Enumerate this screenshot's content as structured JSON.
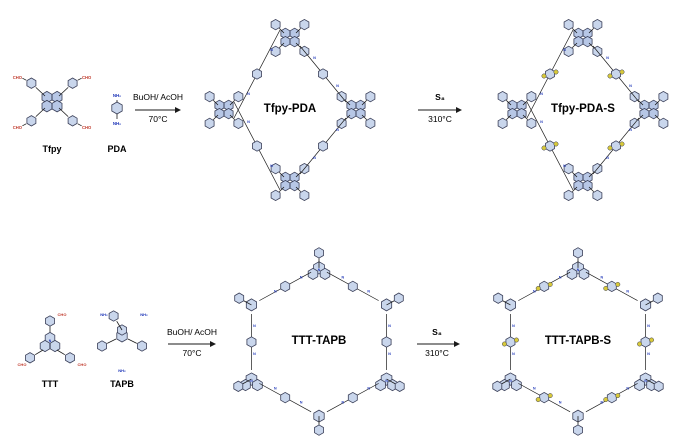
{
  "colors": {
    "bond": "#1a1a1a",
    "ring_fill": "#c9d6ec",
    "ring_stroke": "#3a3f58",
    "core_fill": "#b7c7e6",
    "n_blue": "#1d35b8",
    "s_yellow": "#d8c93a",
    "oxygen_red": "#c0392b",
    "triazine_fill": "#c9d6ec"
  },
  "atoms": {
    "n": "N",
    "s": "S",
    "cho": "CHO",
    "nh2": "NH₂"
  },
  "top_row": {
    "monomer1": "Tfpy",
    "monomer2": "PDA",
    "conditions": "BuOH/ AcOH",
    "temperature": "70°C",
    "product1": "Tfpy-PDA",
    "sulfur_reagent": "S₈",
    "sulfur_temperature": "310°C",
    "product2": "Tfpy-PDA-S"
  },
  "bottom_row": {
    "monomer1": "TTT",
    "monomer2": "TAPB",
    "conditions": "BuOH/ AcOH",
    "temperature": "70°C",
    "product1": "TTT-TAPB",
    "sulfur_reagent": "S₈",
    "sulfur_temperature": "310°C",
    "product2": "TTT-TAPB-S"
  }
}
